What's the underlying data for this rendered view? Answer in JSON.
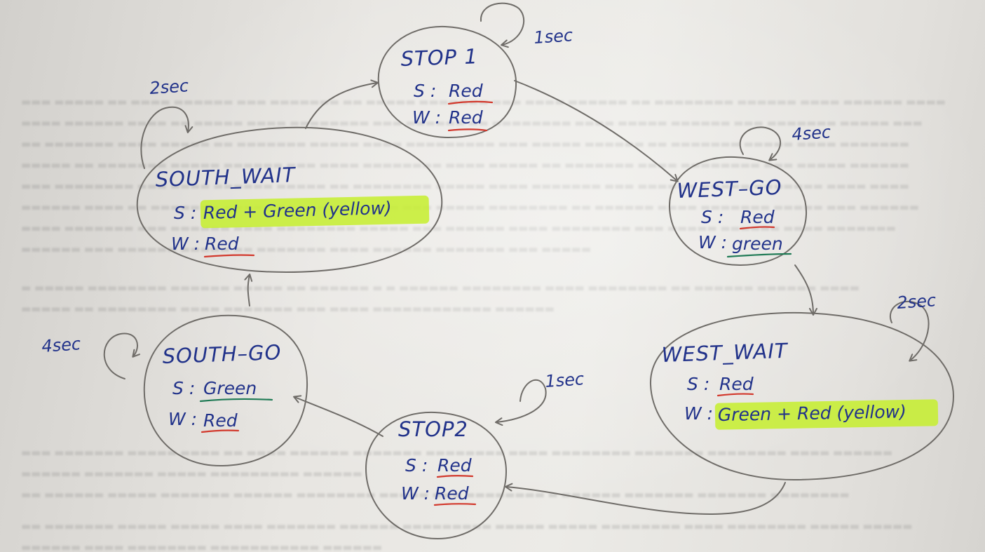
{
  "states": [
    {
      "id": "stop1",
      "name": "STOP 1",
      "s": "Red",
      "w": "Red",
      "duration": "1sec"
    },
    {
      "id": "west_go",
      "name": "WEST–GO",
      "s": "Red",
      "w": "green",
      "duration": "4sec"
    },
    {
      "id": "west_wait",
      "name": "WEST_WAIT",
      "s": "Red",
      "w": "Green + Red (yellow)",
      "duration": "2sec"
    },
    {
      "id": "stop2",
      "name": "STOP2",
      "s": "Red",
      "w": "Red",
      "duration": "1sec"
    },
    {
      "id": "south_go",
      "name": "SOUTH–GO",
      "s": "Green",
      "w": "Red",
      "duration": "4sec"
    },
    {
      "id": "south_wait",
      "name": "SOUTH_WAIT",
      "s": "Red + Green (yellow)",
      "w": "Red",
      "duration": "2sec"
    }
  ],
  "labels": {
    "s_prefix": "S :",
    "w_prefix": "W :"
  },
  "transitions": [
    {
      "from": "stop1",
      "to": "west_go"
    },
    {
      "from": "west_go",
      "to": "west_wait"
    },
    {
      "from": "west_wait",
      "to": "stop2"
    },
    {
      "from": "stop2",
      "to": "south_go"
    },
    {
      "from": "south_go",
      "to": "south_wait"
    },
    {
      "from": "south_wait",
      "to": "stop1"
    }
  ],
  "colors": {
    "ink_blue": "#21328a",
    "pencil_gray": "#6f6c68",
    "underline_red": "#d2382c",
    "underline_green": "#1f7a55",
    "highlighter": "#c6ef2d"
  }
}
